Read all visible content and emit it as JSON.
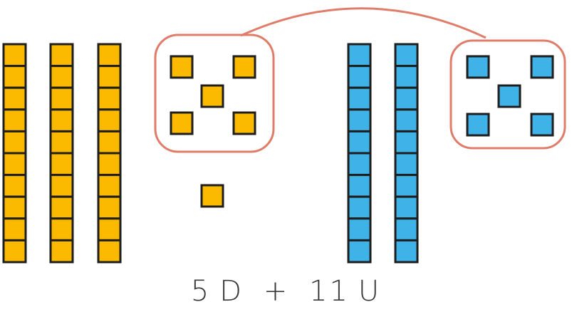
{
  "colors": {
    "yellow": "#FBBA00",
    "blue": "#3FB3E8",
    "outline": "#1e1e1e",
    "group_circle": "#E07C6A"
  },
  "blocks": {
    "yellow_tens_rods": 3,
    "yellow_loose_units": 6,
    "blue_tens_rods": 2,
    "blue_loose_units": 5,
    "cubes_per_rod": 10
  },
  "groups": {
    "yellow_circled_units": 5,
    "blue_circled_units": 5
  },
  "caption": {
    "tens_value": "5",
    "tens_unit": "D",
    "operator": "+",
    "units_value": "11",
    "units_unit": "U"
  }
}
